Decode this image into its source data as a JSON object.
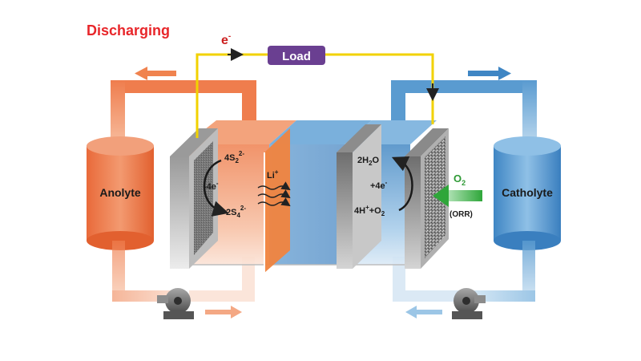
{
  "title": "Discharging",
  "electron_label": "e",
  "electron_sup": "-",
  "load_label": "Load",
  "tanks": {
    "left": "Anolyte",
    "right": "Catholyte"
  },
  "anode_reactions": {
    "top": "4S",
    "top_sub": "2",
    "top_sup": "2-",
    "electrons": "-4e",
    "electrons_sup": "-",
    "bottom": "2S",
    "bottom_sub": "4",
    "bottom_sup": "2-"
  },
  "membrane": {
    "ion": "Li",
    "ion_sup": "+"
  },
  "cathode_reactions": {
    "top": "2H",
    "top_sub": "2",
    "top_tail": "O",
    "electrons": "+4e",
    "electrons_sup": "-",
    "bottom_a": "4H",
    "bottom_a_sup": "+",
    "bottom_b": "+O",
    "bottom_b_sub": "2"
  },
  "oxygen": {
    "label": "O",
    "sub": "2",
    "reaction": "(ORR)"
  },
  "colors": {
    "title": "#e8262a",
    "anolyte": "#ee7a4a",
    "catholyte": "#5a9bd0",
    "wire": "#f2d200",
    "load": "#6a3f91",
    "oxygen_arrow": "#3fb24a",
    "oxygen_text": "#2e9a35"
  }
}
